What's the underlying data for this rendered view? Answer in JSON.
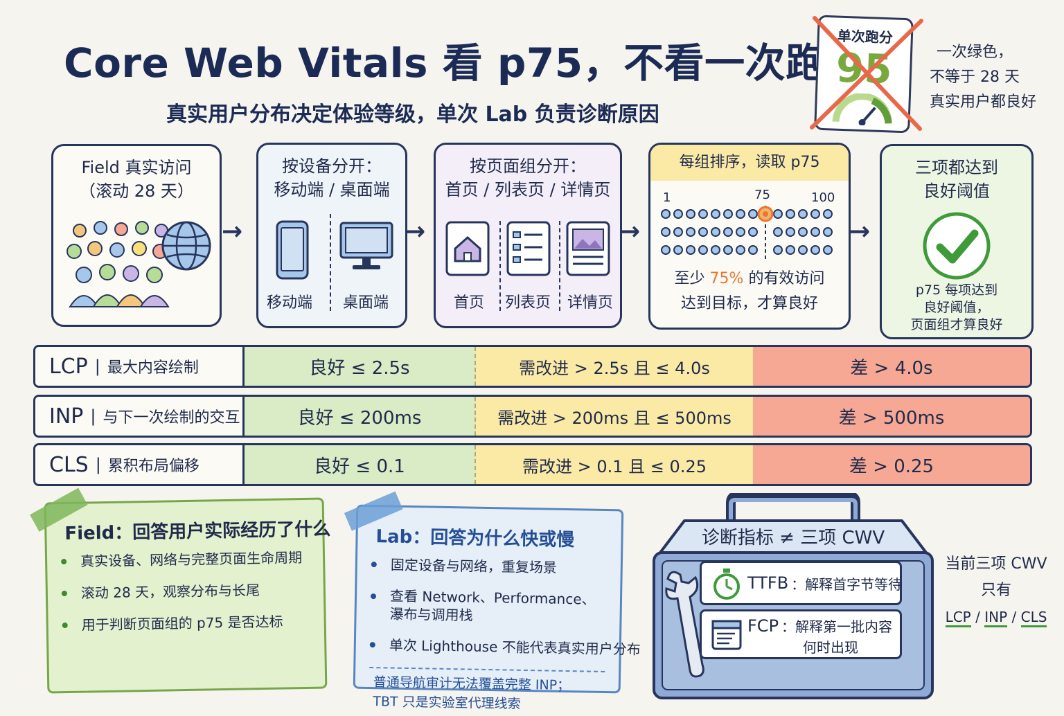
{
  "title": "Core Web Vitals 看 p75，不看一次跑分",
  "subtitle": "真实用户分布决定体验等级，单次 Lab 负责诊断原因",
  "score_card": {
    "label": "单次跑分",
    "value": "95"
  },
  "score_note": [
    "一次绿色，",
    "不等于 28 天",
    "真实用户都良好"
  ],
  "flow": {
    "field": {
      "title": "Field 真实访问",
      "sub": "（滚动 28 天）"
    },
    "device": {
      "title": "按设备分开：",
      "sub": "移动端 / 桌面端",
      "mobile": "移动端",
      "desktop": "桌面端"
    },
    "pagegroup": {
      "title": "按页面组分开：",
      "sub": "首页 / 列表页 / 详情页",
      "home": "首页",
      "list": "列表页",
      "detail": "详情页"
    },
    "p75": {
      "title": "每组排序，读取 p75",
      "tick_min": "1",
      "tick_mid": "75",
      "tick_max": "100",
      "line1_a": "至少 ",
      "line1_pct": "75%",
      "line1_b": " 的有效访问",
      "line2": "达到目标，才算良好"
    },
    "pass": {
      "title1": "三项都达到",
      "title2": "良好阈值",
      "desc1": "p75 每项达到",
      "desc2": "良好阈值，",
      "desc3": "页面组才算良好"
    }
  },
  "metrics": [
    {
      "abbr": "LCP",
      "sep": "|",
      "full": "最大内容绘制",
      "good": "良好 ≤ 2.5s",
      "ni": "需改进 > 2.5s 且 ≤ 4.0s",
      "poor": "差 > 4.0s"
    },
    {
      "abbr": "INP",
      "sep": "|",
      "full": "与下一次绘制的交互",
      "good": "良好 ≤ 200ms",
      "ni": "需改进 > 200ms 且 ≤ 500ms",
      "poor": "差 > 500ms"
    },
    {
      "abbr": "CLS",
      "sep": "|",
      "full": "累积布局偏移",
      "good": "良好 ≤ 0.1",
      "ni": "需改进 > 0.1 且 ≤ 0.25",
      "poor": "差 > 0.25"
    }
  ],
  "field_note": {
    "title": "Field：回答用户实际经历了什么",
    "items": [
      "真实设备、网络与完整页面生命周期",
      "滚动 28 天，观察分布与长尾",
      "用于判断页面组的 p75 是否达标"
    ]
  },
  "lab_note": {
    "title": "Lab：回答为什么快或慢",
    "items": [
      "固定设备与网络，重复场景",
      "查看 Network、Performance、",
      "瀑布与调用栈",
      "单次 Lighthouse 不能代表真实用户分布"
    ],
    "footer1": "普通导航审计无法覆盖完整 INP；",
    "footer2": "TBT 只是实验室代理线索"
  },
  "toolbox": {
    "title": "诊断指标 ≠ 三项 CWV",
    "ttfb_key": "TTFB",
    "ttfb_desc": "：解释首字节等待",
    "fcp_key": "FCP",
    "fcp_desc1": "：解释第一批内容",
    "fcp_desc2": "何时出现"
  },
  "cwv_note": {
    "line1": "当前三项 CWV",
    "line2": "只有",
    "items": [
      "LCP",
      "/",
      "INP",
      "/",
      "CLS"
    ]
  },
  "colors": {
    "navy": "#27355c",
    "good": "#d9ecc5",
    "needs_improvement": "#fbe9a6",
    "poor": "#f6a894",
    "accent_orange": "#e8772e",
    "check_green": "#3f9a3a"
  },
  "icons": [
    "people-icon",
    "globe-icon",
    "phone-icon",
    "monitor-icon",
    "home-icon",
    "list-page-icon",
    "detail-page-icon",
    "check-icon",
    "stopwatch-icon",
    "browser-window-icon",
    "wrench-icon",
    "gauge-icon"
  ]
}
